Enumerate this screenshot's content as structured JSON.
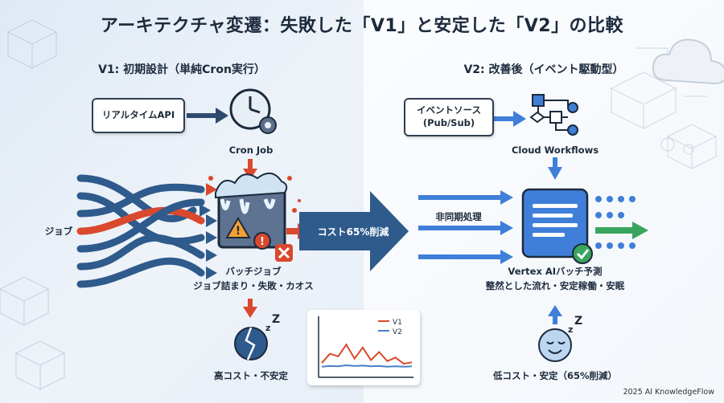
{
  "title": "アーキテクチャ変遷：失敗した「V1」と安定した「V2」の比較",
  "v1": {
    "heading": "V1: 初期設計（単純Cron実行）",
    "realtime_api": "リアルタイムAPI",
    "cron_job": "Cron Job",
    "jobs": "ジョブ",
    "batch_job": "バッチジョブ",
    "batch_desc": "ジョブ詰まり・失敗・カオス",
    "result": "高コスト・不安定"
  },
  "center": {
    "reduction": "コスト65%削減"
  },
  "chart": {
    "legend_v1": "V1",
    "legend_v2": "V2"
  },
  "chart_data": {
    "type": "line",
    "title": "",
    "xlabel": "",
    "ylabel": "",
    "x": [
      1,
      2,
      3,
      4,
      5,
      6,
      7,
      8,
      9,
      10,
      11,
      12
    ],
    "ylim": [
      0,
      100
    ],
    "series": [
      {
        "name": "V1",
        "color": "#d9492e",
        "values": [
          30,
          55,
          48,
          80,
          42,
          72,
          38,
          60,
          35,
          45,
          28,
          32
        ]
      },
      {
        "name": "V2",
        "color": "#4a7fc8",
        "values": [
          20,
          22,
          21,
          24,
          22,
          23,
          21,
          22,
          20,
          21,
          20,
          21
        ]
      }
    ]
  },
  "v2": {
    "heading": "V2: 改善後（イベント駆動型）",
    "event_source_line1": "イベントソース",
    "event_source_line2": "(Pub/Sub)",
    "workflows": "Cloud Workflows",
    "async": "非同期処理",
    "vertex": "Vertex AIバッチ予測",
    "vertex_desc": "整然とした流れ・安定稼働・安眠",
    "result": "低コスト・安定（65%削減）"
  },
  "footer": "2025 AI KnowledgeFlow",
  "colors": {
    "v1_blue": "#2e5a8c",
    "v1_red": "#d9492e",
    "v2_blue": "#3f7fd9",
    "v2_green": "#3aa55d",
    "dark": "#1c2a3c"
  }
}
